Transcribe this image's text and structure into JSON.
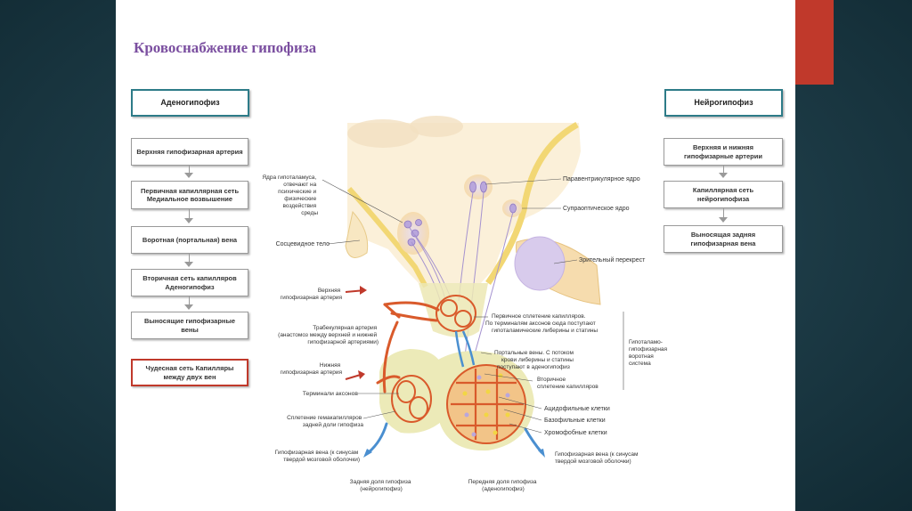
{
  "title": "Кровоснабжение гипофиза",
  "left_column": {
    "header": "Аденогипофиз",
    "steps": [
      "Верхняя гипофизарная артерия",
      "Первичная капиллярная сеть Медиальное возвышение",
      "Воротная (портальная) вена",
      "Вторичная сеть капилляров Аденогипофиз",
      "Выносящие гипофизарные вены"
    ],
    "highlight": "Чудесная сеть Капилляры между двух вен"
  },
  "right_column": {
    "header": "Нейрогипофиз",
    "steps": [
      "Верхняя и нижняя гипофизарные артерии",
      "Капиллярная сеть нейрогипофиза",
      "Выносящая задняя гипофизарная вена"
    ]
  },
  "diagram_labels": {
    "hypothalamus_nuclei": "Ядра гипоталамуса, отвечают на психические и физические воздействия среды",
    "mammillary_body": "Сосцевидное тело",
    "superior_artery": "Верхняя гипофизарная артерия",
    "trabecular_artery": "Трабекулярная артерия (анастомоз между верхней и нижней гипофизарной артериями)",
    "inferior_artery": "Нижняя гипофизарная артерия",
    "axon_terminals": "Терминали аксонов",
    "posterior_plexus": "Сплетение гемакапилляров задней доли гипофиза",
    "pituitary_vein_left": "Гипофизарная вена (к синусам твердой мозговой оболочки)",
    "posterior_lobe": "Задняя доля гипофиза (нейрогипофиз)",
    "anterior_lobe": "Передняя доля гипофиза (аденогипофиз)",
    "paraventricular": "Паравентрикулярное ядро",
    "supraoptic": "Супраоптическое ядро",
    "optic_chiasm": "Зрительный перекрест",
    "primary_plexus": "Первичное сплетение капилляров. По терминалям аксонов сюда поступают гипоталамические либерины и статины",
    "portal_veins": "Портальные вены. С потоком крови либерины и статины поступают в аденогипофиз",
    "portal_system": "Гипоталамо-гипофизарная воротная система",
    "secondary_plexus": "Вторичное сплетение капилляров",
    "acidophilic": "Ацидофильные клетки",
    "basophilic": "Базофильные клетки",
    "chromophobic": "Хромофобные клетки",
    "pituitary_vein_right": "Гипофизарная вена (к синусам твердой мозговой оболочки)"
  },
  "colors": {
    "accent_teal": "#2d7b88",
    "accent_red": "#c0392b",
    "title_purple": "#7b4fa0",
    "artery": "#d95a2b",
    "vein": "#4a8fd0"
  }
}
